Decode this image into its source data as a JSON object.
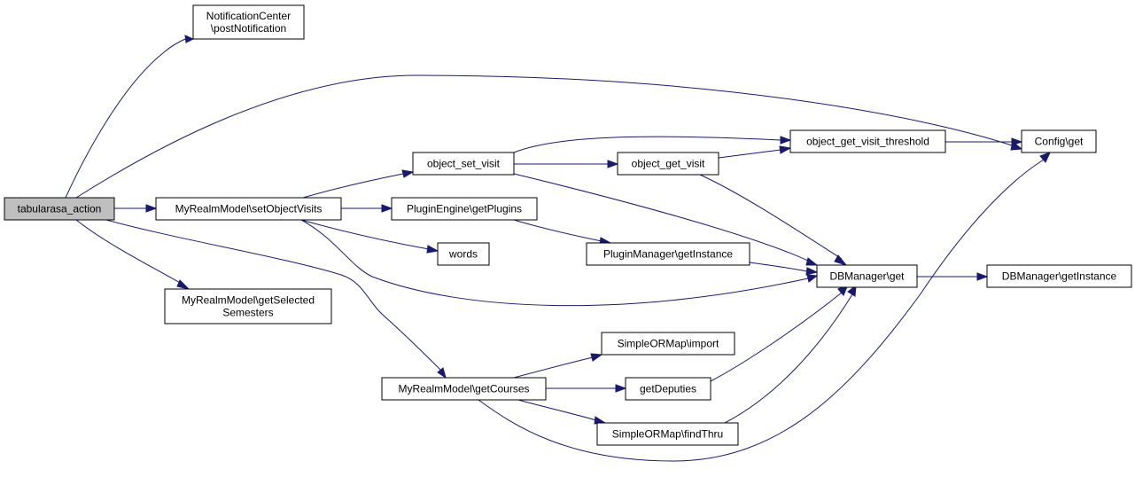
{
  "graph": {
    "nodes": [
      {
        "id": "tabularasa_action",
        "lines": [
          "tabularasa_action"
        ],
        "root": true
      },
      {
        "id": "notif_post",
        "lines": [
          "NotificationCenter",
          "\\postNotification"
        ]
      },
      {
        "id": "set_object_visits",
        "lines": [
          "MyRealmModel\\setObjectVisits"
        ]
      },
      {
        "id": "get_selected_semesters",
        "lines": [
          "MyRealmModel\\getSelected",
          "Semesters"
        ]
      },
      {
        "id": "get_courses",
        "lines": [
          "MyRealmModel\\getCourses"
        ]
      },
      {
        "id": "object_set_visit",
        "lines": [
          "object_set_visit"
        ]
      },
      {
        "id": "plugin_engine_get_plugins",
        "lines": [
          "PluginEngine\\getPlugins"
        ]
      },
      {
        "id": "words",
        "lines": [
          "words"
        ]
      },
      {
        "id": "object_get_visit",
        "lines": [
          "object_get_visit"
        ]
      },
      {
        "id": "plugin_manager_get_instance",
        "lines": [
          "PluginManager\\getInstance"
        ]
      },
      {
        "id": "object_get_visit_threshold",
        "lines": [
          "object_get_visit_threshold"
        ]
      },
      {
        "id": "config_get",
        "lines": [
          "Config\\get"
        ]
      },
      {
        "id": "db_manager_get",
        "lines": [
          "DBManager\\get"
        ]
      },
      {
        "id": "db_manager_get_instance",
        "lines": [
          "DBManager\\getInstance"
        ]
      },
      {
        "id": "simpleormap_import",
        "lines": [
          "SimpleORMap\\import"
        ]
      },
      {
        "id": "get_deputies",
        "lines": [
          "getDeputies"
        ]
      },
      {
        "id": "simpleormap_find_thru",
        "lines": [
          "SimpleORMap\\findThru"
        ]
      }
    ],
    "edges": [
      [
        "tabularasa_action",
        "notif_post"
      ],
      [
        "tabularasa_action",
        "config_get"
      ],
      [
        "tabularasa_action",
        "set_object_visits"
      ],
      [
        "tabularasa_action",
        "get_selected_semesters"
      ],
      [
        "tabularasa_action",
        "get_courses"
      ],
      [
        "set_object_visits",
        "object_set_visit"
      ],
      [
        "set_object_visits",
        "plugin_engine_get_plugins"
      ],
      [
        "set_object_visits",
        "words"
      ],
      [
        "set_object_visits",
        "db_manager_get"
      ],
      [
        "object_set_visit",
        "object_get_visit_threshold"
      ],
      [
        "object_set_visit",
        "object_get_visit"
      ],
      [
        "object_set_visit",
        "db_manager_get"
      ],
      [
        "object_get_visit",
        "object_get_visit_threshold"
      ],
      [
        "object_get_visit",
        "db_manager_get"
      ],
      [
        "object_get_visit_threshold",
        "config_get"
      ],
      [
        "plugin_engine_get_plugins",
        "plugin_manager_get_instance"
      ],
      [
        "plugin_manager_get_instance",
        "db_manager_get"
      ],
      [
        "db_manager_get",
        "db_manager_get_instance"
      ],
      [
        "get_courses",
        "simpleormap_import"
      ],
      [
        "get_courses",
        "get_deputies"
      ],
      [
        "get_courses",
        "simpleormap_find_thru"
      ],
      [
        "get_courses",
        "config_get"
      ],
      [
        "get_deputies",
        "db_manager_get"
      ],
      [
        "simpleormap_find_thru",
        "db_manager_get"
      ]
    ]
  }
}
